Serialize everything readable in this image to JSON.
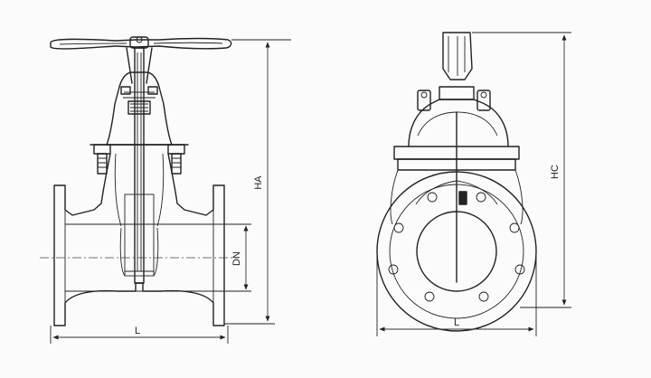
{
  "labels": {
    "front_height": "HA",
    "front_bore": "DN",
    "front_length": "L",
    "side_height": "HC",
    "side_length": "L"
  }
}
